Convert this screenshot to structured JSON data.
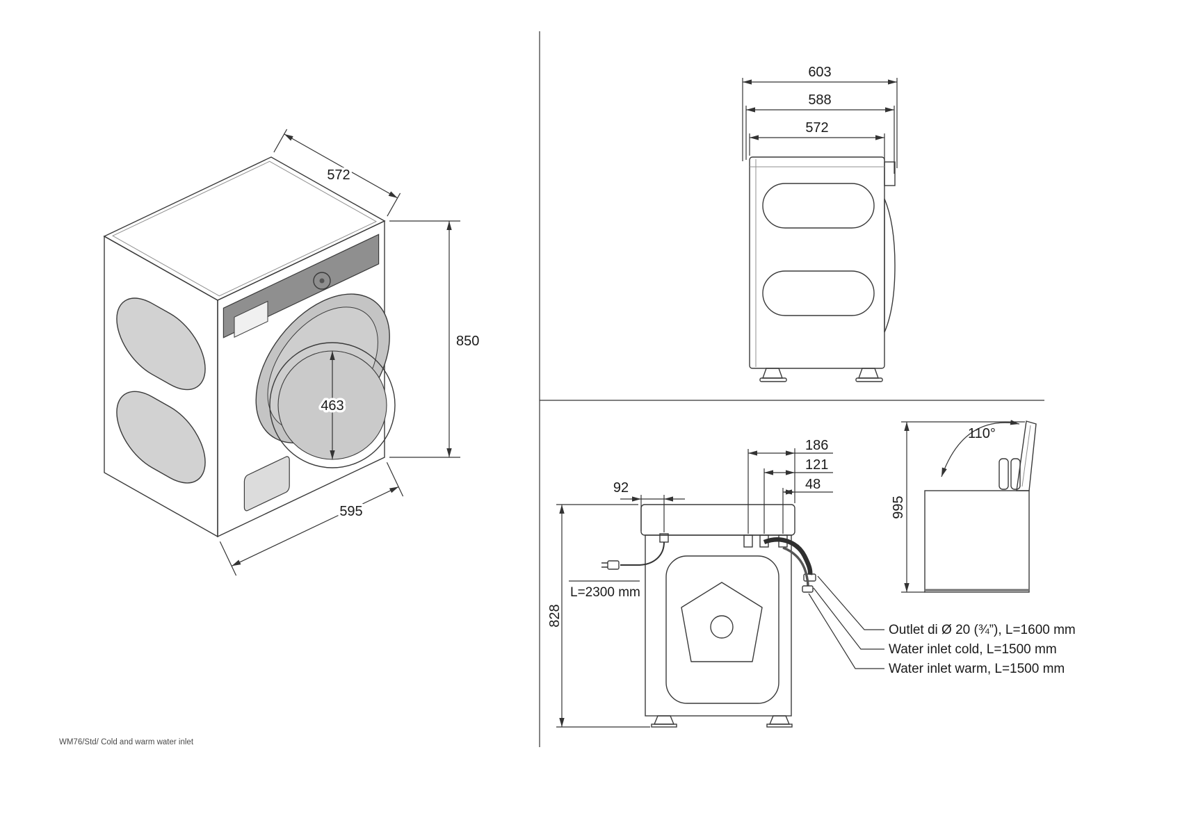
{
  "footer": {
    "caption": "WM76/Std/ Cold and warm water inlet"
  },
  "iso": {
    "depth_top": "572",
    "height": "850",
    "width": "595",
    "door_diameter": "463"
  },
  "side": {
    "depth_overall": "603",
    "depth_mid": "588",
    "depth_body": "572"
  },
  "rear": {
    "offset_outlet": "186",
    "offset_cold": "121",
    "offset_warm": "48",
    "offset_cord": "92",
    "height_rear": "828",
    "cord_length": "L=2300 mm",
    "label_outlet": "Outlet di Ø 20 (¾”), L=1600 mm",
    "label_cold": "Water inlet cold, L=1500 mm",
    "label_warm": "Water inlet warm, L=1500 mm"
  },
  "lid": {
    "open_angle": "110°",
    "height_open": "995"
  },
  "colors": {
    "line": "#3a3a3a",
    "body_light": "#e7e7e7",
    "body_mid": "#d6d6d6",
    "body_dark": "#cfcfcf",
    "panel_strip": "#8f8f8f"
  }
}
